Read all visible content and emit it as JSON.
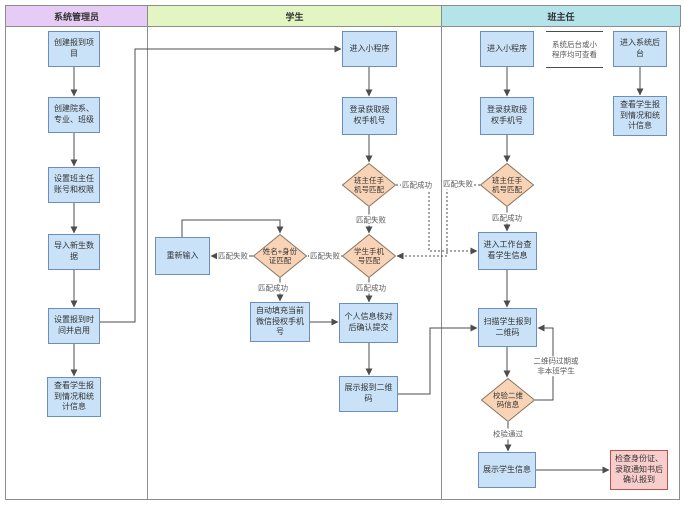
{
  "lanes": [
    {
      "id": "admin",
      "label": "系统管理员",
      "color": "#E6CCF5"
    },
    {
      "id": "student",
      "label": "学生",
      "color": "#E2F5C2"
    },
    {
      "id": "teacher",
      "label": "班主任",
      "color": "#B5E3EA"
    }
  ],
  "nodes": {
    "admin": {
      "create_project": "创建报到项目",
      "create_departments": "创建院系、专业、班级",
      "set_teacher_accounts": "设置班主任账号和权限",
      "import_students": "导入新生数据",
      "set_checkin_time": "设置报到时间并启用",
      "view_stats": "查看学生报到情况和统计信息"
    },
    "student": {
      "enter_miniapp": "进入小程序",
      "login_phone": "登录获取授权手机号",
      "teacher_phone_match": "班主任手机号匹配",
      "student_phone_match": "学生手机号匹配",
      "name_id_match": "姓名+身份证匹配",
      "reenter": "重新输入",
      "autofill_phone": "自动填充当前微信授权手机号",
      "confirm_submit": "个人信息核对后确认提交",
      "show_qrcode": "展示报到二维码"
    },
    "teacher": {
      "enter_miniapp": "进入小程序",
      "login_phone": "登录获取授权手机号",
      "teacher_phone_match": "班主任手机号匹配",
      "enter_workbench": "进入工作台查看学生信息",
      "scan_qrcode": "扫描学生报到二维码",
      "verify_qrcode": "校验二维码信息",
      "show_student_info": "展示学生信息",
      "confirm_checkin": "检查身份证、录取通知书后确认报到",
      "enter_backend": "进入系统后台",
      "view_stats": "查看学生报到情况和统计信息"
    }
  },
  "labels": {
    "d1_success": "匹配成功",
    "d1_fail": "匹配失败",
    "d2_success": "匹配成功",
    "d2_fail": "匹配失败",
    "d3_success": "匹配成功",
    "d3_fail": "匹配失败",
    "d4_success": "匹配成功",
    "d4_fail": "匹配失败",
    "qr_invalid": "二维码过期或非本班学生",
    "verify_pass": "校验通过"
  },
  "annotation": "系统后台或小程序均可查看",
  "colors": {
    "lane_admin": "#E6CCF5",
    "lane_student": "#E2F5C2",
    "lane_teacher": "#B5E3EA",
    "node_fill": "#C9E2F8",
    "node_stroke": "#6C8EBF",
    "diamond_fill": "#F8D3B5",
    "diamond_stroke": "#8A7660",
    "end_fill": "#F8CECC",
    "end_stroke": "#B85450",
    "edge": "#4D4D4D"
  }
}
